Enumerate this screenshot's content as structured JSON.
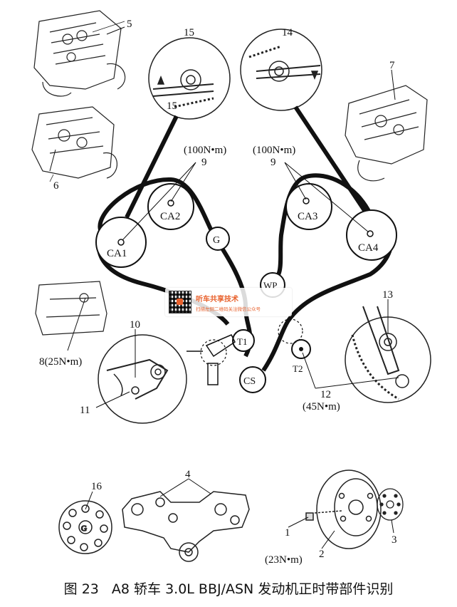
{
  "caption": {
    "figure": "图 23",
    "title": "A8 轿车 3.0L BBJ/ASN 发动机正时带部件识别"
  },
  "watermark": {
    "line1": "听车共享技术",
    "line2": "扫描左侧二维码关注微信公众号"
  },
  "pulleys": {
    "ca1": "CA1",
    "ca2": "CA2",
    "ca3": "CA3",
    "ca4": "CA4",
    "g": "G",
    "wp": "WP",
    "t1": "T1",
    "t2": "T2",
    "cs": "CS"
  },
  "callouts": {
    "n1": "1",
    "n2": "2",
    "n3": "3",
    "n4": "4",
    "n5": "5",
    "n6": "6",
    "n7": "7",
    "n8": "8(25N•m)",
    "n9_left": "9",
    "n9_right": "9",
    "n10": "10",
    "n11": "11",
    "n12": "12",
    "n13": "13",
    "n14": "14",
    "n15_top": "15",
    "n15_inner": "15",
    "n16": "16"
  },
  "torques": {
    "cam_left": "(100N•m)",
    "cam_right": "(100N•m)",
    "tensioner": "(45N•m)",
    "bolt": "(23N•m)"
  }
}
